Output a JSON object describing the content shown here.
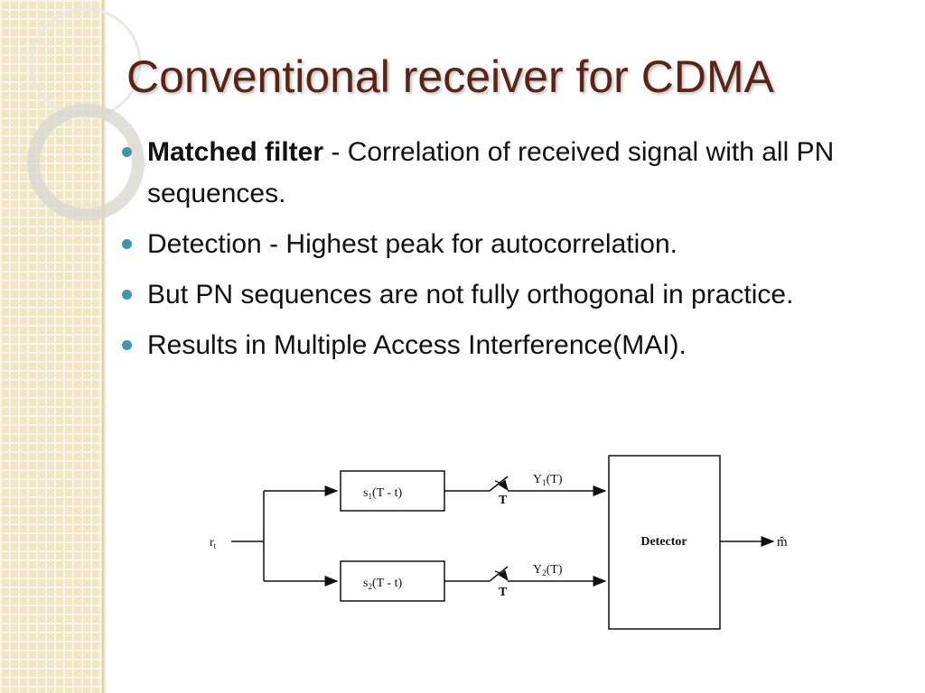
{
  "slide": {
    "title": "Conventional receiver for CDMA",
    "bullets": [
      {
        "bold": "Matched filter",
        "text": " - Correlation of received signal with all PN sequences."
      },
      {
        "bold": "",
        "text": "Detection - Highest peak for autocorrelation."
      },
      {
        "bold": "",
        "text": "But PN sequences are not fully orthogonal in practice."
      },
      {
        "bold": "",
        "text": "Results in Multiple Access Interference(MAI)."
      }
    ]
  },
  "diagram": {
    "input": {
      "main": "r",
      "sub": "t"
    },
    "filter1": {
      "pre": "s",
      "sub": "1",
      "post": "(T - t)"
    },
    "filter2": {
      "pre": "s",
      "sub": "2",
      "post": "(T - t)"
    },
    "switch_label": "T",
    "output1": {
      "pre": "Y",
      "sub": "1",
      "post": "(T)"
    },
    "output2": {
      "pre": "Y",
      "sub": "2",
      "post": "(T)"
    },
    "detector": "Detector",
    "result": "m̂"
  },
  "colors": {
    "title": "#5a2416",
    "bullet": "#3d97b0",
    "panel": "#f1e6c4"
  }
}
